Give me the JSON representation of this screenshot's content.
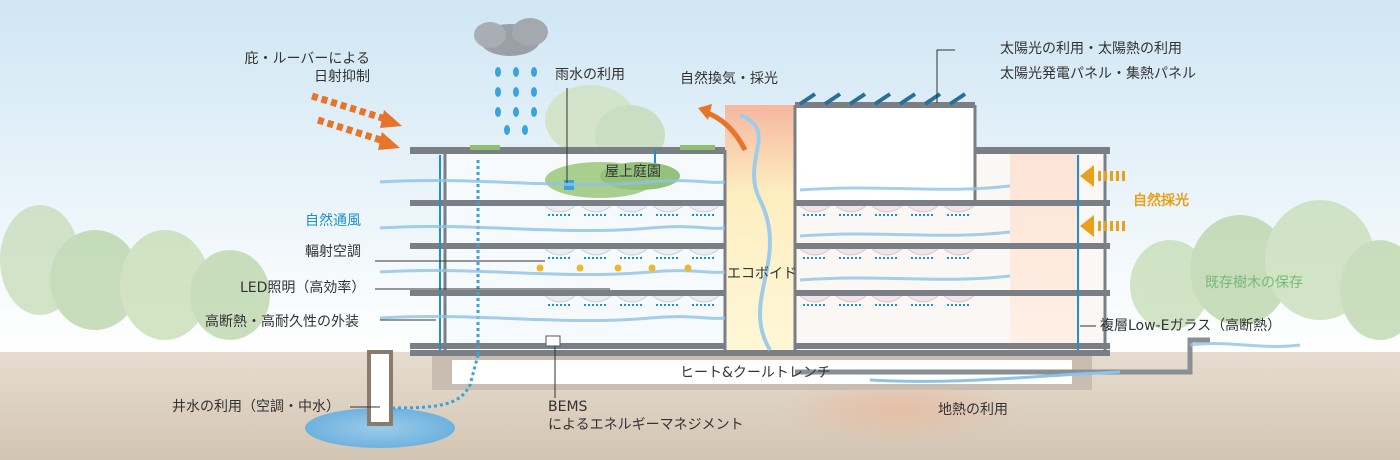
{
  "labels": {
    "eaves_louver_line1": "庇・ルーバーによる",
    "eaves_louver_line2": "日射抑制",
    "rainwater": "雨水の利用",
    "natural_vent_light": "自然換気・採光",
    "solar_line1": "太陽光の利用・太陽熱の利用",
    "solar_line2": "太陽光発電パネル・集熱パネル",
    "roof_garden": "屋上庭園",
    "natural_ventilation": "自然通風",
    "natural_daylight": "自然採光",
    "radiant_ac": "輻射空調",
    "eco_void": "エコボイド",
    "led": "LED照明（高効率）",
    "existing_trees": "既存樹木の保存",
    "insulation_exterior": "高断熱・高耐久性の外装",
    "lowe_glass": "複層Low-Eガラス（高断熱）",
    "heat_cool_trench": "ヒート&クールトレンチ",
    "well_water": "井水の利用（空調・中水）",
    "bems_line1": "BEMS",
    "bems_line2": "によるエネルギーマネジメント",
    "geothermal": "地熱の利用"
  },
  "colors": {
    "accent_blue": "#1e8fd0",
    "accent_orange": "#e8a11a",
    "accent_green": "#78b878",
    "arrow_orange": "#e8742a",
    "structure_gray": "#7a7f85"
  }
}
